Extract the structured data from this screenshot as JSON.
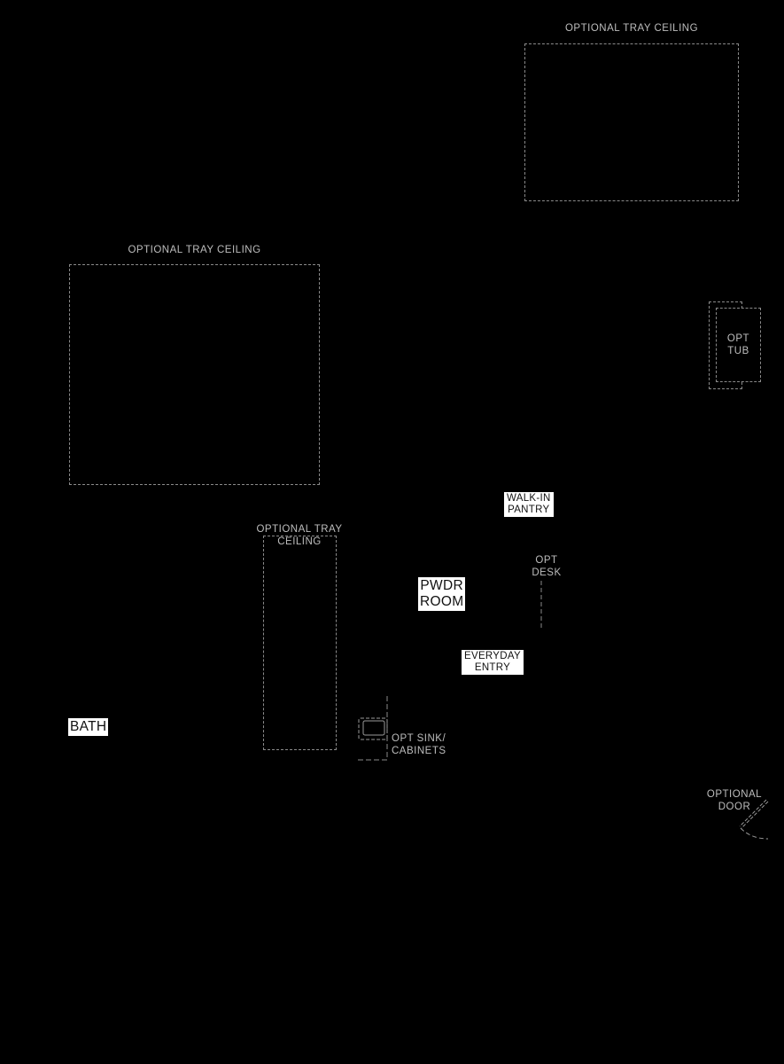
{
  "floorplan": {
    "labels": {
      "tray_ceiling_top_right": "OPTIONAL TRAY CEILING",
      "tray_ceiling_left": "OPTIONAL TRAY CEILING",
      "tray_ceiling_center_line1": "OPTIONAL TRAY",
      "tray_ceiling_center_line2": "CEILING",
      "opt_tub_line1": "OPT",
      "opt_tub_line2": "TUB",
      "opt_desk_line1": "OPT",
      "opt_desk_line2": "DESK",
      "opt_sink_line1": "OPT SINK/",
      "opt_sink_line2": "CABINETS",
      "optional_door_line1": "OPTIONAL",
      "optional_door_line2": "DOOR"
    },
    "rooms": {
      "walk_in_pantry_line1": "WALK-IN",
      "walk_in_pantry_line2": "PANTRY",
      "pwdr_room_line1": "PWDR",
      "pwdr_room_line2": "ROOM",
      "everyday_entry_line1": "EVERYDAY",
      "everyday_entry_line2": "ENTRY",
      "bath": "BATH"
    },
    "colors": {
      "background": "#000000",
      "dashed_line": "#8a8a8a",
      "label_text": "#bdbdbd",
      "room_tag_bg": "#ffffff",
      "room_tag_text": "#111111"
    }
  }
}
